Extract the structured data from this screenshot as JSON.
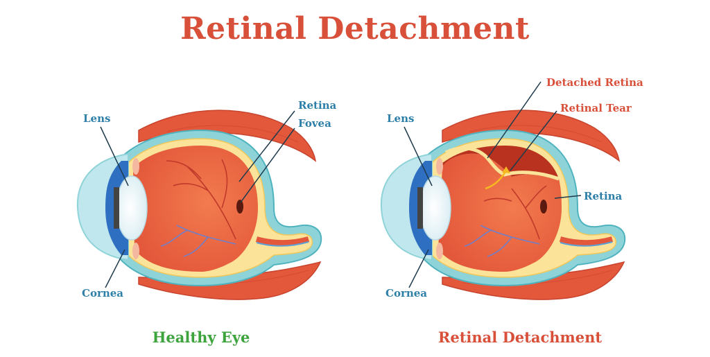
{
  "title": "Retinal Detachment",
  "left": {
    "caption": "Healthy Eye",
    "labels": {
      "lens": "Lens",
      "cornea": "Cornea",
      "retina": "Retina",
      "fovea": "Fovea"
    }
  },
  "right": {
    "caption": "Retinal Detachment",
    "labels": {
      "lens": "Lens",
      "cornea": "Cornea",
      "detached_retina": "Detached Retina",
      "retinal_tear": "Retinal Tear",
      "retina": "Retina"
    }
  },
  "colors": {
    "title": "#d9503a",
    "healthy": "#3da33d",
    "detached": "#d9503a",
    "label_blue": "#2e7fa8"
  }
}
